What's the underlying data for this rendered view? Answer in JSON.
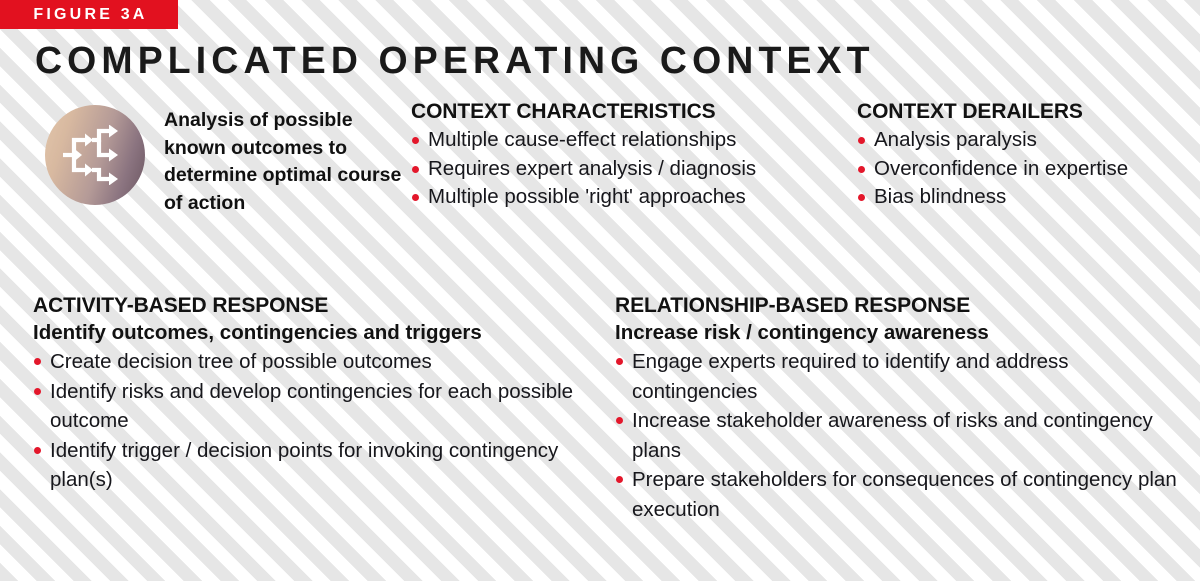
{
  "figure": {
    "badge_label": "FIGURE 3A",
    "title": "COMPLICATED OPERATING CONTEXT",
    "badge_color": "#e2111f",
    "accent_color": "#e3172b",
    "text_color": "#17171c",
    "background_stripe_color": "#e6e6e6",
    "background_base_color": "#ffffff"
  },
  "summary": {
    "icon_name": "branching-decision-tree-icon",
    "icon_gradient_from": "#e2c6ab",
    "icon_gradient_to": "#6a5560",
    "caption": "Analysis of possible known outcomes to determine optimal course of action"
  },
  "columns": [
    {
      "id": "context-characteristics",
      "heading": "CONTEXT CHARACTERISTICS",
      "items": [
        "Multiple cause-effect relationships",
        "Requires expert analysis / diagnosis",
        "Multiple possible 'right' approaches"
      ]
    },
    {
      "id": "context-derailers",
      "heading": "CONTEXT DERAILERS",
      "items": [
        "Analysis paralysis",
        "Overconfidence in expertise",
        "Bias blindness"
      ]
    }
  ],
  "responses": [
    {
      "id": "activity-based-response",
      "title": "ACTIVITY-BASED RESPONSE",
      "subtitle": "Identify outcomes, contingencies and triggers",
      "items": [
        "Create decision tree of possible outcomes",
        "Identify risks and develop contingencies for each possible outcome",
        "Identify trigger / decision points for invoking contingency plan(s)"
      ]
    },
    {
      "id": "relationship-based-response",
      "title": "RELATIONSHIP-BASED RESPONSE",
      "subtitle": "Increase risk / contingency awareness",
      "items": [
        "Engage experts required to identify and address contingencies",
        "Increase stakeholder awareness of risks and contingency plans",
        "Prepare stakeholders for consequences of contingency plan execution"
      ]
    }
  ]
}
